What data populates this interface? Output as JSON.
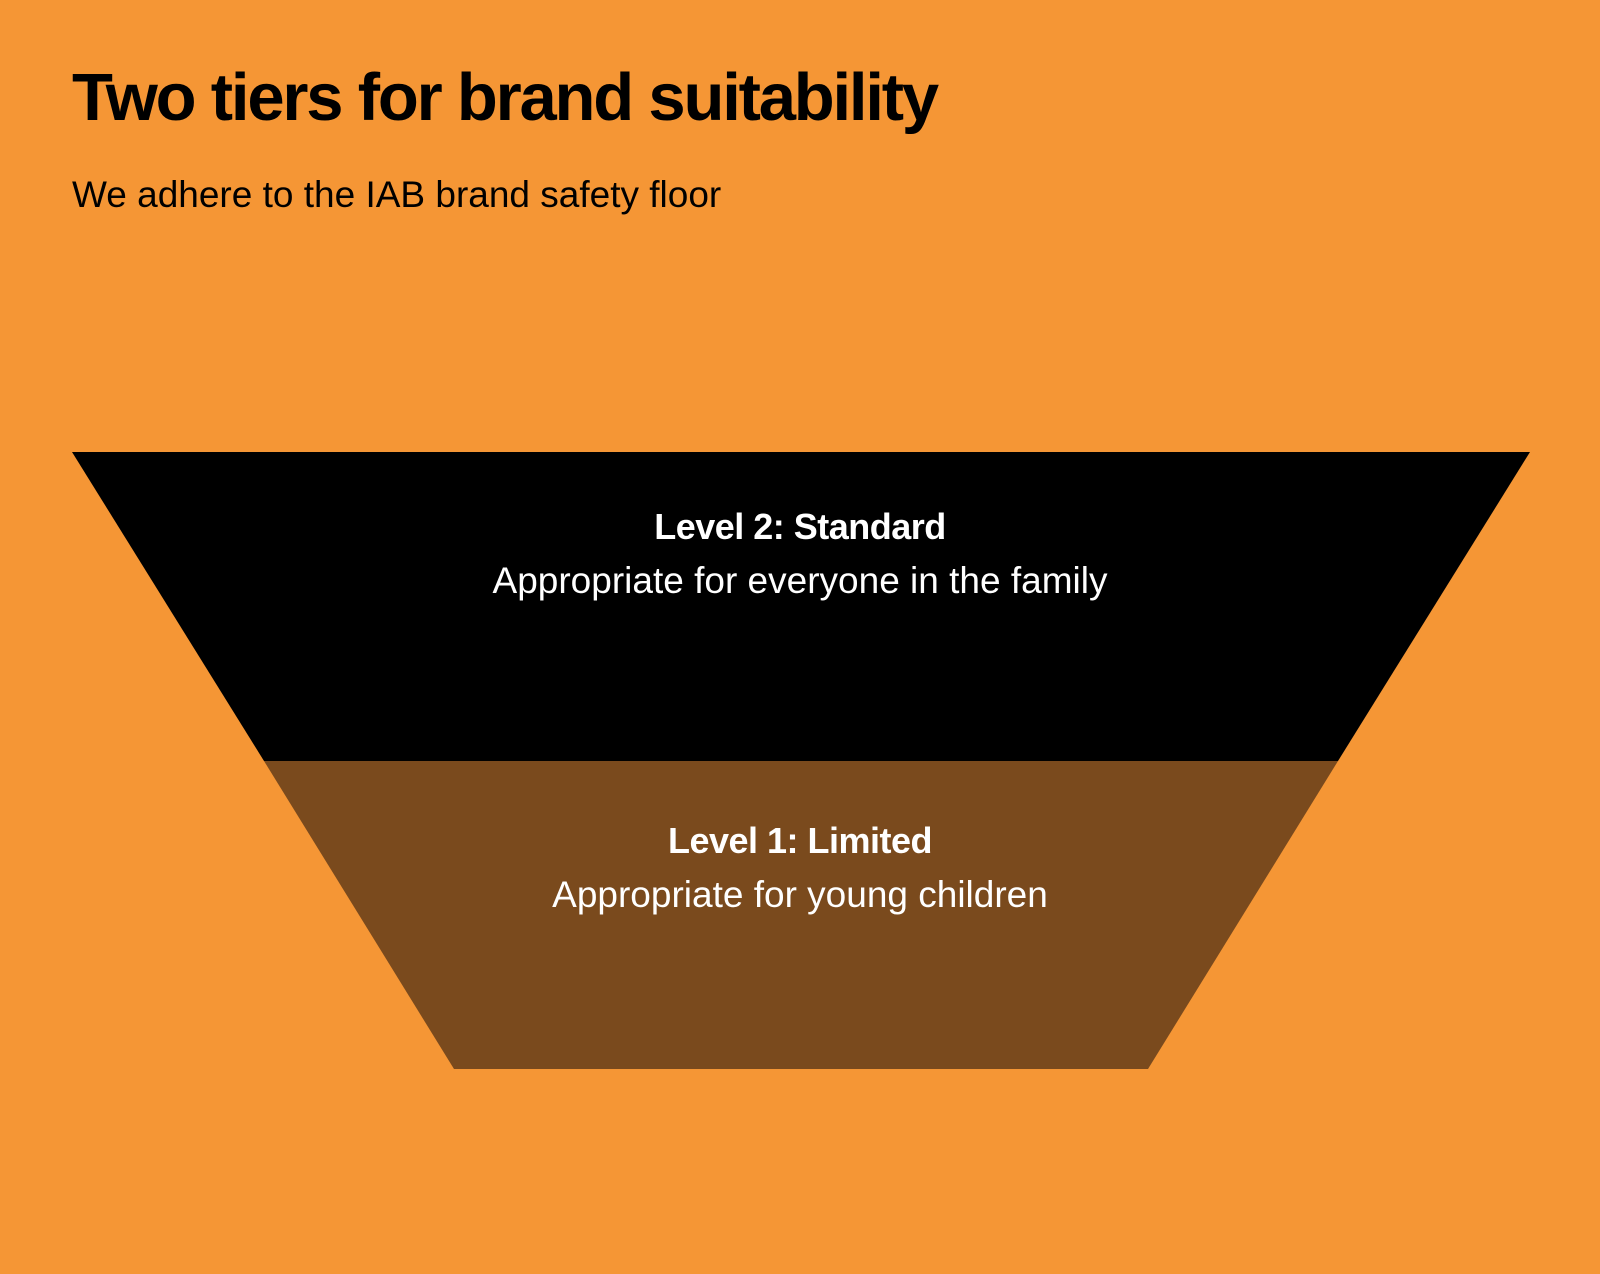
{
  "header": {
    "title": "Two tiers for brand suitability",
    "subtitle": "We adhere to the IAB brand safety floor"
  },
  "tiers": [
    {
      "title": "Level 2: Standard",
      "description": "Appropriate for everyone in the family",
      "color": "#000000"
    },
    {
      "title": "Level 1: Limited",
      "description": "Appropriate for young children",
      "color": "#7a4a1d"
    }
  ],
  "colors": {
    "background": "#f59635",
    "text_dark": "#000000",
    "text_light": "#ffffff"
  }
}
